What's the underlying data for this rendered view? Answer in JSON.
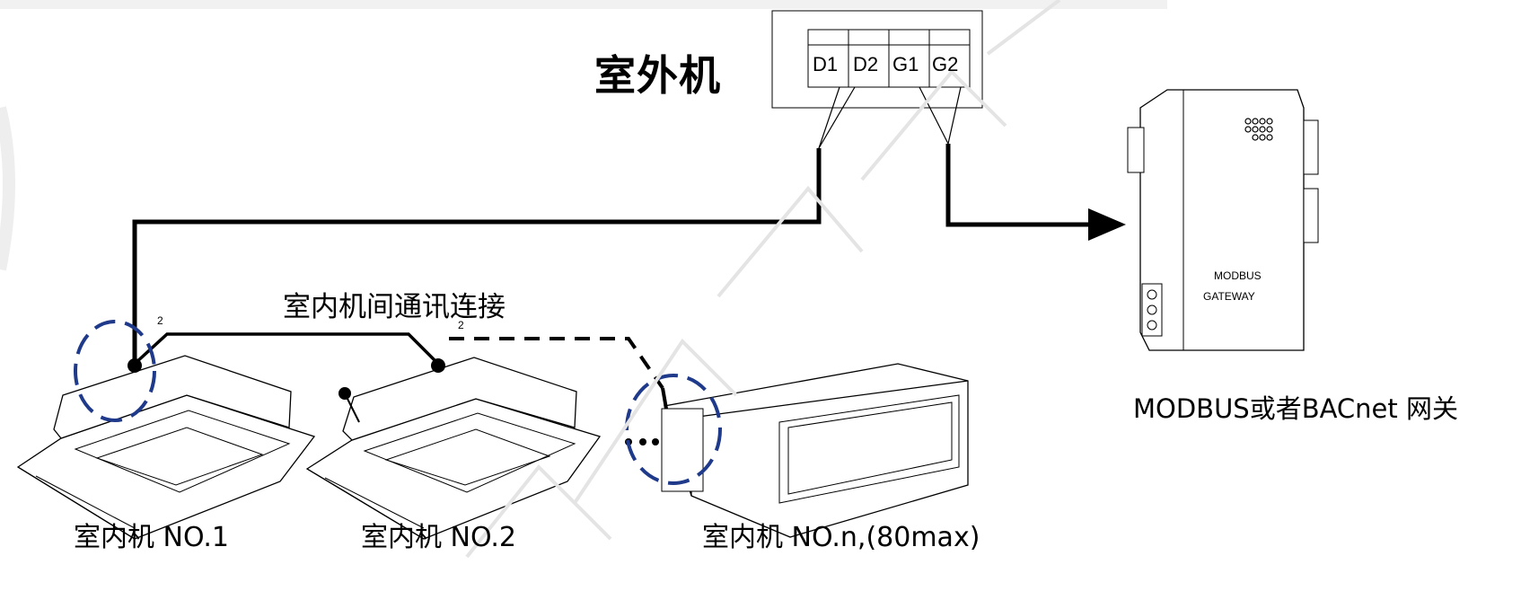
{
  "outdoor_unit": {
    "title": "室外机",
    "terminals": [
      "D1",
      "D2",
      "G1",
      "G2"
    ]
  },
  "link_label": "室内机间通讯连接",
  "wire_marks": [
    "2",
    "2"
  ],
  "indoor_units": [
    {
      "label": "室内机 NO.1"
    },
    {
      "label": "室内机 NO.2"
    },
    {
      "label": "室内机 NO.n,(80max)"
    }
  ],
  "gateway": {
    "label_line1": "MODBUS",
    "label_line2": "GATEWAY",
    "caption": "MODBUS或者BACnet 网关"
  },
  "colors": {
    "line": "#000000",
    "highlight_circle": "#1f3a8a",
    "watermark": "#dcdcdc"
  }
}
